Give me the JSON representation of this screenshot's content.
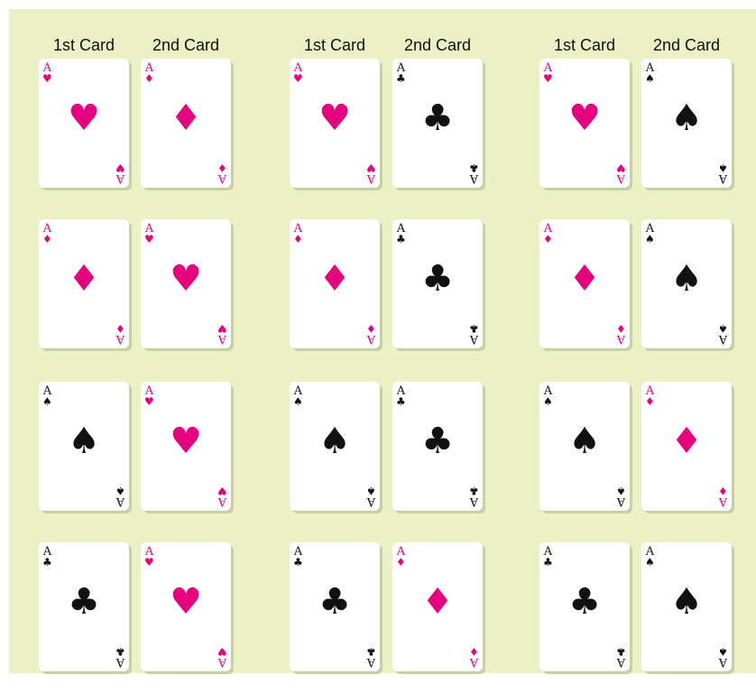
{
  "colors": {
    "panel_background": "#ebf0c5",
    "red_suit": "#e6007e",
    "black_suit": "#111111"
  },
  "suits": {
    "hearts": {
      "symbol": "♥",
      "color": "#e6007e",
      "icon": "heart-icon"
    },
    "diamonds": {
      "symbol": "♦",
      "color": "#e6007e",
      "icon": "diamond-icon"
    },
    "clubs": {
      "symbol": "♣",
      "color": "#111111",
      "icon": "club-icon"
    },
    "spades": {
      "symbol": "♠",
      "color": "#111111",
      "icon": "spade-icon"
    }
  },
  "groups": [
    {
      "header_first": "1st Card",
      "header_second": "2nd Card",
      "pairs": [
        {
          "first": {
            "rank": "A",
            "suit": "hearts"
          },
          "second": {
            "rank": "A",
            "suit": "diamonds"
          }
        },
        {
          "first": {
            "rank": "A",
            "suit": "diamonds"
          },
          "second": {
            "rank": "A",
            "suit": "hearts"
          }
        },
        {
          "first": {
            "rank": "A",
            "suit": "spades"
          },
          "second": {
            "rank": "A",
            "suit": "hearts"
          }
        },
        {
          "first": {
            "rank": "A",
            "suit": "clubs"
          },
          "second": {
            "rank": "A",
            "suit": "hearts"
          }
        }
      ]
    },
    {
      "header_first": "1st Card",
      "header_second": "2nd Card",
      "pairs": [
        {
          "first": {
            "rank": "A",
            "suit": "hearts"
          },
          "second": {
            "rank": "A",
            "suit": "clubs"
          }
        },
        {
          "first": {
            "rank": "A",
            "suit": "diamonds"
          },
          "second": {
            "rank": "A",
            "suit": "clubs"
          }
        },
        {
          "first": {
            "rank": "A",
            "suit": "spades"
          },
          "second": {
            "rank": "A",
            "suit": "clubs"
          }
        },
        {
          "first": {
            "rank": "A",
            "suit": "clubs"
          },
          "second": {
            "rank": "A",
            "suit": "diamonds"
          }
        }
      ]
    },
    {
      "header_first": "1st Card",
      "header_second": "2nd Card",
      "pairs": [
        {
          "first": {
            "rank": "A",
            "suit": "hearts"
          },
          "second": {
            "rank": "A",
            "suit": "spades"
          }
        },
        {
          "first": {
            "rank": "A",
            "suit": "diamonds"
          },
          "second": {
            "rank": "A",
            "suit": "spades"
          }
        },
        {
          "first": {
            "rank": "A",
            "suit": "spades"
          },
          "second": {
            "rank": "A",
            "suit": "diamonds"
          }
        },
        {
          "first": {
            "rank": "A",
            "suit": "clubs"
          },
          "second": {
            "rank": "A",
            "suit": "spades"
          }
        }
      ]
    }
  ]
}
